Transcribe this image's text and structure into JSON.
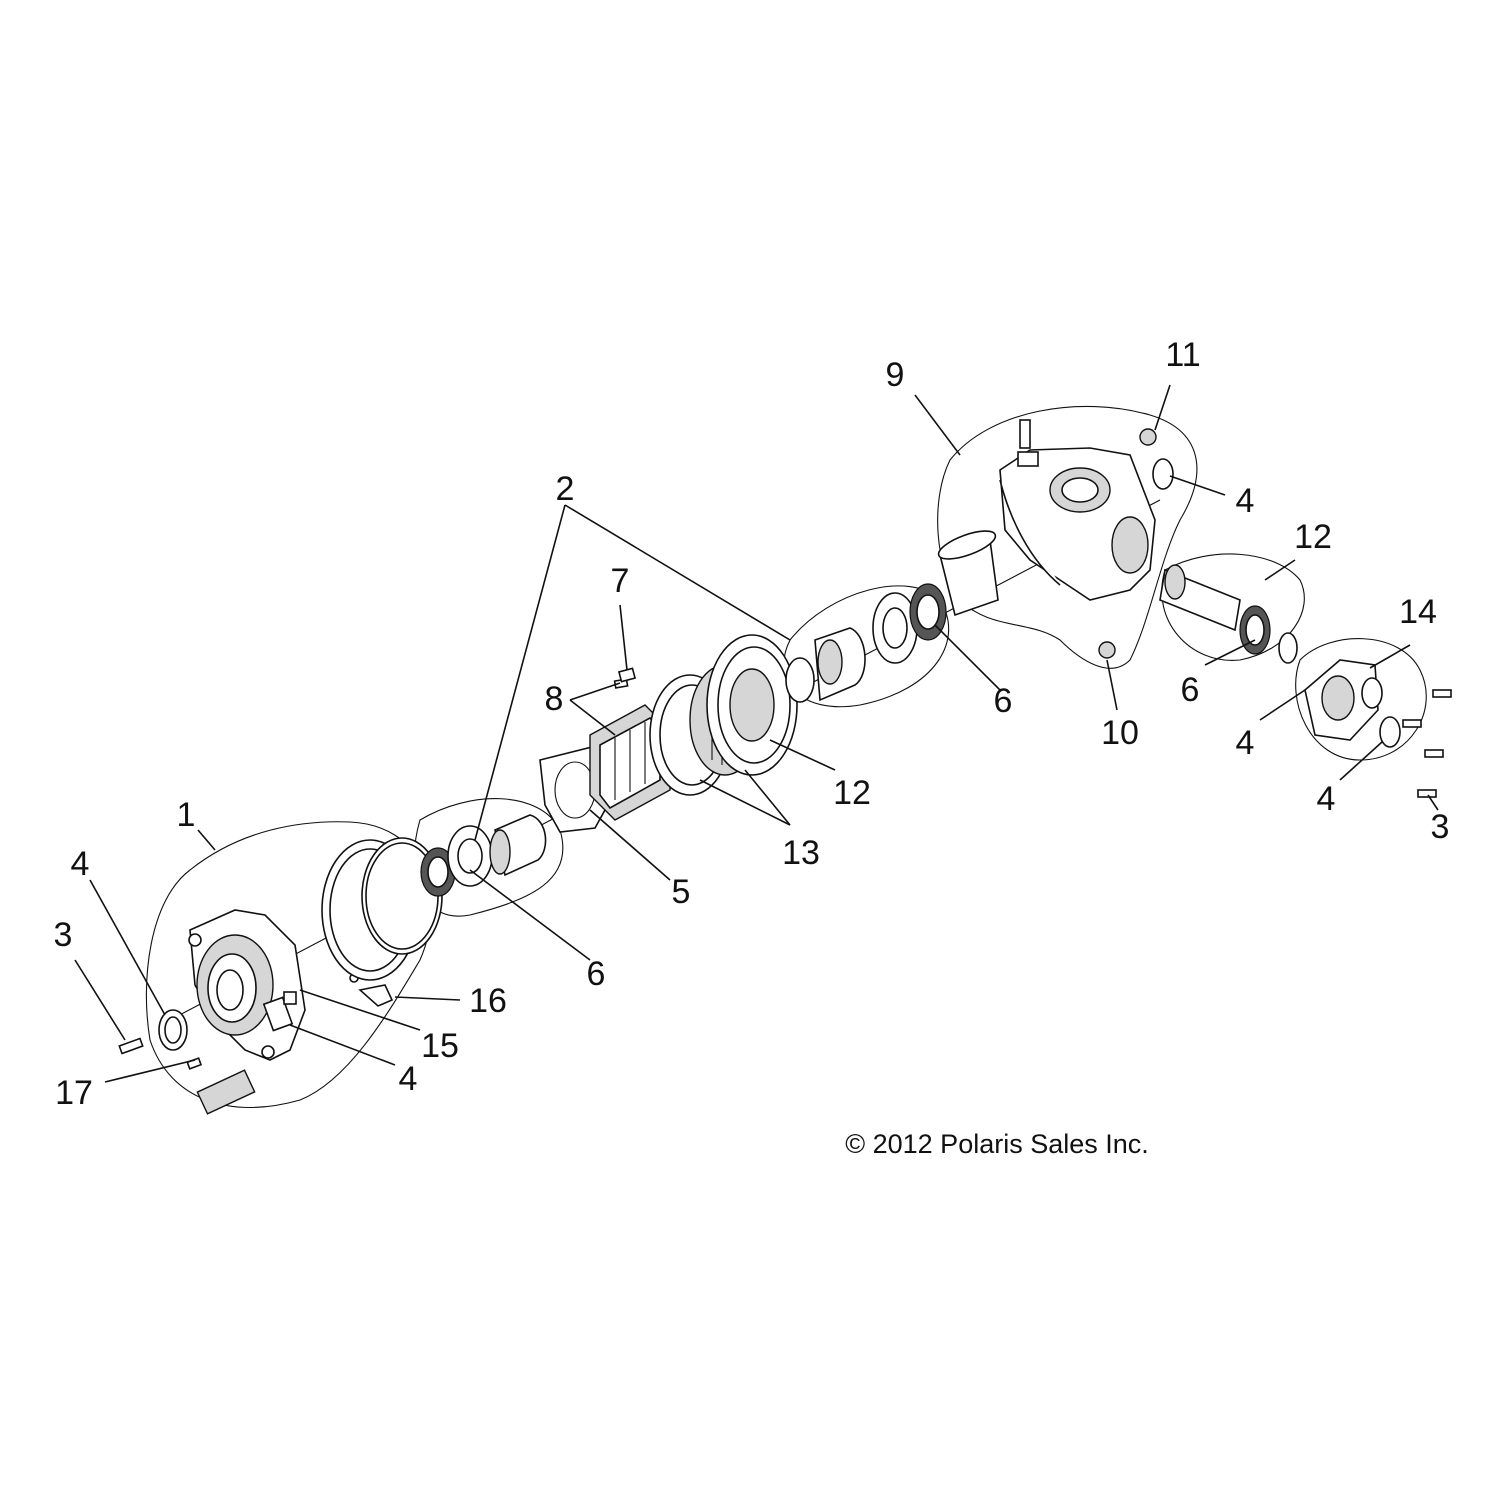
{
  "diagram": {
    "callouts": [
      {
        "id": "c1",
        "text": "1"
      },
      {
        "id": "c2",
        "text": "2"
      },
      {
        "id": "c3a",
        "text": "3"
      },
      {
        "id": "c3b",
        "text": "3"
      },
      {
        "id": "c4a",
        "text": "4"
      },
      {
        "id": "c4b",
        "text": "4"
      },
      {
        "id": "c4c",
        "text": "4"
      },
      {
        "id": "c4d",
        "text": "4"
      },
      {
        "id": "c4e",
        "text": "4"
      },
      {
        "id": "c5",
        "text": "5"
      },
      {
        "id": "c6a",
        "text": "6"
      },
      {
        "id": "c6b",
        "text": "6"
      },
      {
        "id": "c6c",
        "text": "6"
      },
      {
        "id": "c7",
        "text": "7"
      },
      {
        "id": "c8",
        "text": "8"
      },
      {
        "id": "c9",
        "text": "9"
      },
      {
        "id": "c10",
        "text": "10"
      },
      {
        "id": "c11",
        "text": "11"
      },
      {
        "id": "c12a",
        "text": "12"
      },
      {
        "id": "c12b",
        "text": "12"
      },
      {
        "id": "c13",
        "text": "13"
      },
      {
        "id": "c14",
        "text": "14"
      },
      {
        "id": "c15",
        "text": "15"
      },
      {
        "id": "c16",
        "text": "16"
      },
      {
        "id": "c17",
        "text": "17"
      }
    ],
    "copyright": "© 2012 Polaris Sales Inc."
  }
}
